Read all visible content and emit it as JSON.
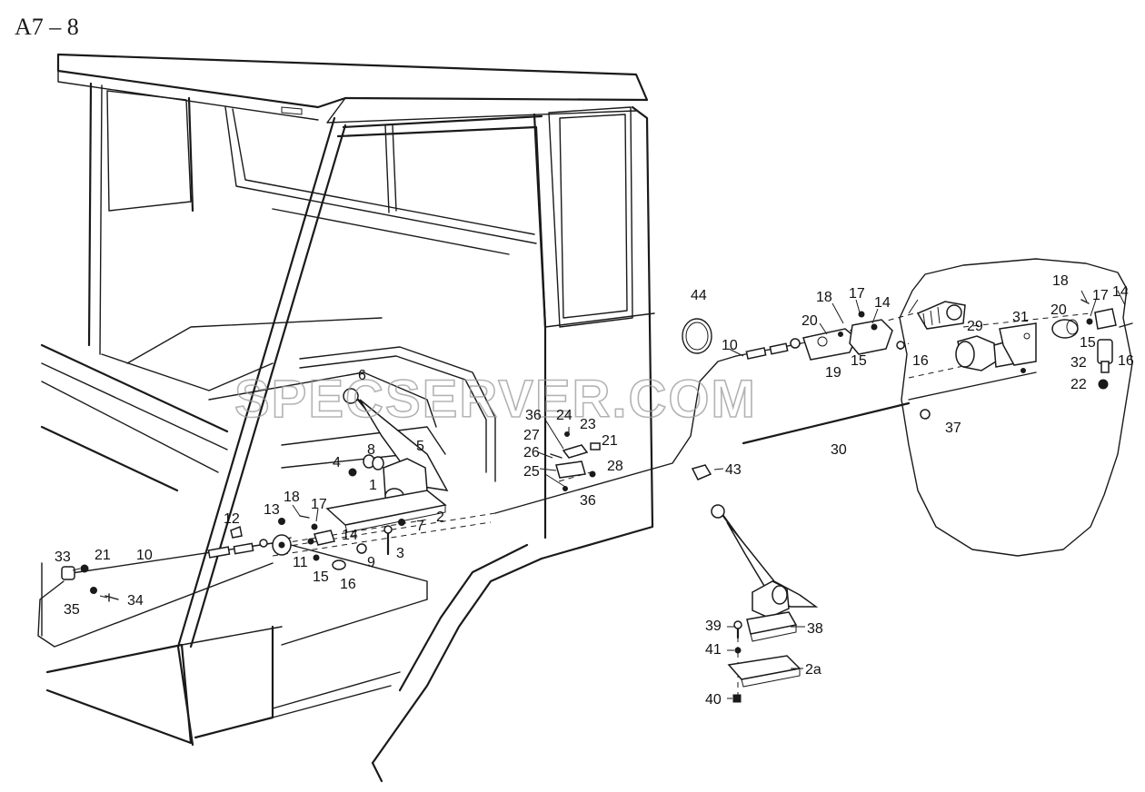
{
  "page_label": "A7 – 8",
  "watermark": "SPECSERVER.COM",
  "callouts": [
    {
      "id": "c44",
      "text": "44"
    },
    {
      "id": "c10a",
      "text": "10"
    },
    {
      "id": "c18a",
      "text": "18"
    },
    {
      "id": "c17a",
      "text": "17"
    },
    {
      "id": "c14a",
      "text": "14"
    },
    {
      "id": "c20a",
      "text": "20"
    },
    {
      "id": "c19",
      "text": "19"
    },
    {
      "id": "c15a",
      "text": "15"
    },
    {
      "id": "c16a",
      "text": "16"
    },
    {
      "id": "c29",
      "text": "29"
    },
    {
      "id": "c31",
      "text": "31"
    },
    {
      "id": "c18b",
      "text": "18"
    },
    {
      "id": "c17b",
      "text": "17"
    },
    {
      "id": "c14b",
      "text": "14"
    },
    {
      "id": "c20b",
      "text": "20"
    },
    {
      "id": "c15b",
      "text": "15"
    },
    {
      "id": "c32",
      "text": "32"
    },
    {
      "id": "c16b",
      "text": "16"
    },
    {
      "id": "c22",
      "text": "22"
    },
    {
      "id": "c37",
      "text": "37"
    },
    {
      "id": "c30",
      "text": "30"
    },
    {
      "id": "c6",
      "text": "6"
    },
    {
      "id": "c36a",
      "text": "36"
    },
    {
      "id": "c24",
      "text": "24"
    },
    {
      "id": "c27",
      "text": "27"
    },
    {
      "id": "c23",
      "text": "23"
    },
    {
      "id": "c21a",
      "text": "21"
    },
    {
      "id": "c26",
      "text": "26"
    },
    {
      "id": "c28",
      "text": "28"
    },
    {
      "id": "c25",
      "text": "25"
    },
    {
      "id": "c36b",
      "text": "36"
    },
    {
      "id": "c43",
      "text": "43"
    },
    {
      "id": "c8",
      "text": "8"
    },
    {
      "id": "c5",
      "text": "5"
    },
    {
      "id": "c4",
      "text": "4"
    },
    {
      "id": "c1",
      "text": "1"
    },
    {
      "id": "c2",
      "text": "2"
    },
    {
      "id": "c7",
      "text": "7"
    },
    {
      "id": "c3",
      "text": "3"
    },
    {
      "id": "c18c",
      "text": "18"
    },
    {
      "id": "c17c",
      "text": "17"
    },
    {
      "id": "c13",
      "text": "13"
    },
    {
      "id": "c12",
      "text": "12"
    },
    {
      "id": "c14c",
      "text": "14"
    },
    {
      "id": "c9",
      "text": "9"
    },
    {
      "id": "c11",
      "text": "11"
    },
    {
      "id": "c15c",
      "text": "15"
    },
    {
      "id": "c16c",
      "text": "16"
    },
    {
      "id": "c33",
      "text": "33"
    },
    {
      "id": "c21b",
      "text": "21"
    },
    {
      "id": "c10b",
      "text": "10"
    },
    {
      "id": "c34",
      "text": "34"
    },
    {
      "id": "c35",
      "text": "35"
    },
    {
      "id": "c39",
      "text": "39"
    },
    {
      "id": "c38",
      "text": "38"
    },
    {
      "id": "c41",
      "text": "41"
    },
    {
      "id": "c2a",
      "text": "2a"
    },
    {
      "id": "c40",
      "text": "40"
    }
  ]
}
